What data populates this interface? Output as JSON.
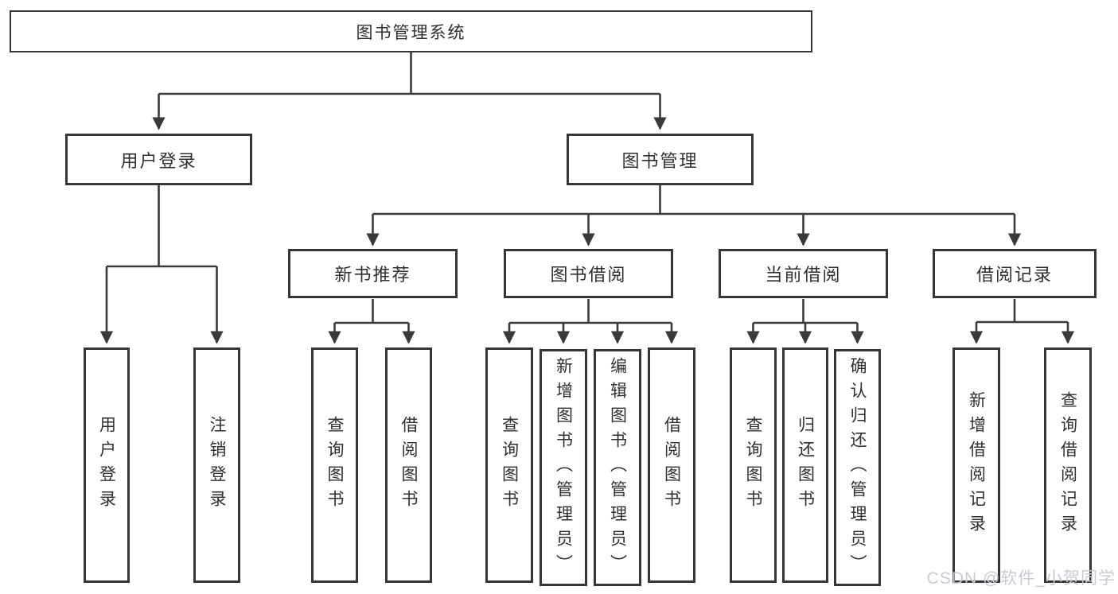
{
  "diagram": {
    "root": {
      "label": "图书管理系统"
    },
    "level2": [
      {
        "label": "用户登录"
      },
      {
        "label": "图书管理"
      }
    ],
    "level3": [
      {
        "label": "新书推荐"
      },
      {
        "label": "图书借阅"
      },
      {
        "label": "当前借阅"
      },
      {
        "label": "借阅记录"
      }
    ],
    "groups": [
      {
        "parent": "用户登录",
        "children": [
          "用户登录",
          "注销登录"
        ]
      },
      {
        "parent": "新书推荐",
        "children": [
          "查询图书",
          "借阅图书"
        ]
      },
      {
        "parent": "图书借阅",
        "children": [
          "查询图书",
          "新增图书（管理员）",
          "编辑图书（管理员）",
          "借阅图书"
        ]
      },
      {
        "parent": "当前借阅",
        "children": [
          "查询图书",
          "归还图书",
          "确认归还（管理员）"
        ]
      },
      {
        "parent": "借阅记录",
        "children": [
          "新增借阅记录",
          "查询借阅记录"
        ]
      }
    ]
  },
  "watermark": {
    "text": "CSDN @软件_小贺同学"
  },
  "colors": {
    "line": "#3a3a3a",
    "box_border": "#363636",
    "box_bg": "#ffffff",
    "text": "#2f2f2f",
    "watermark": "#c7cbd6"
  }
}
